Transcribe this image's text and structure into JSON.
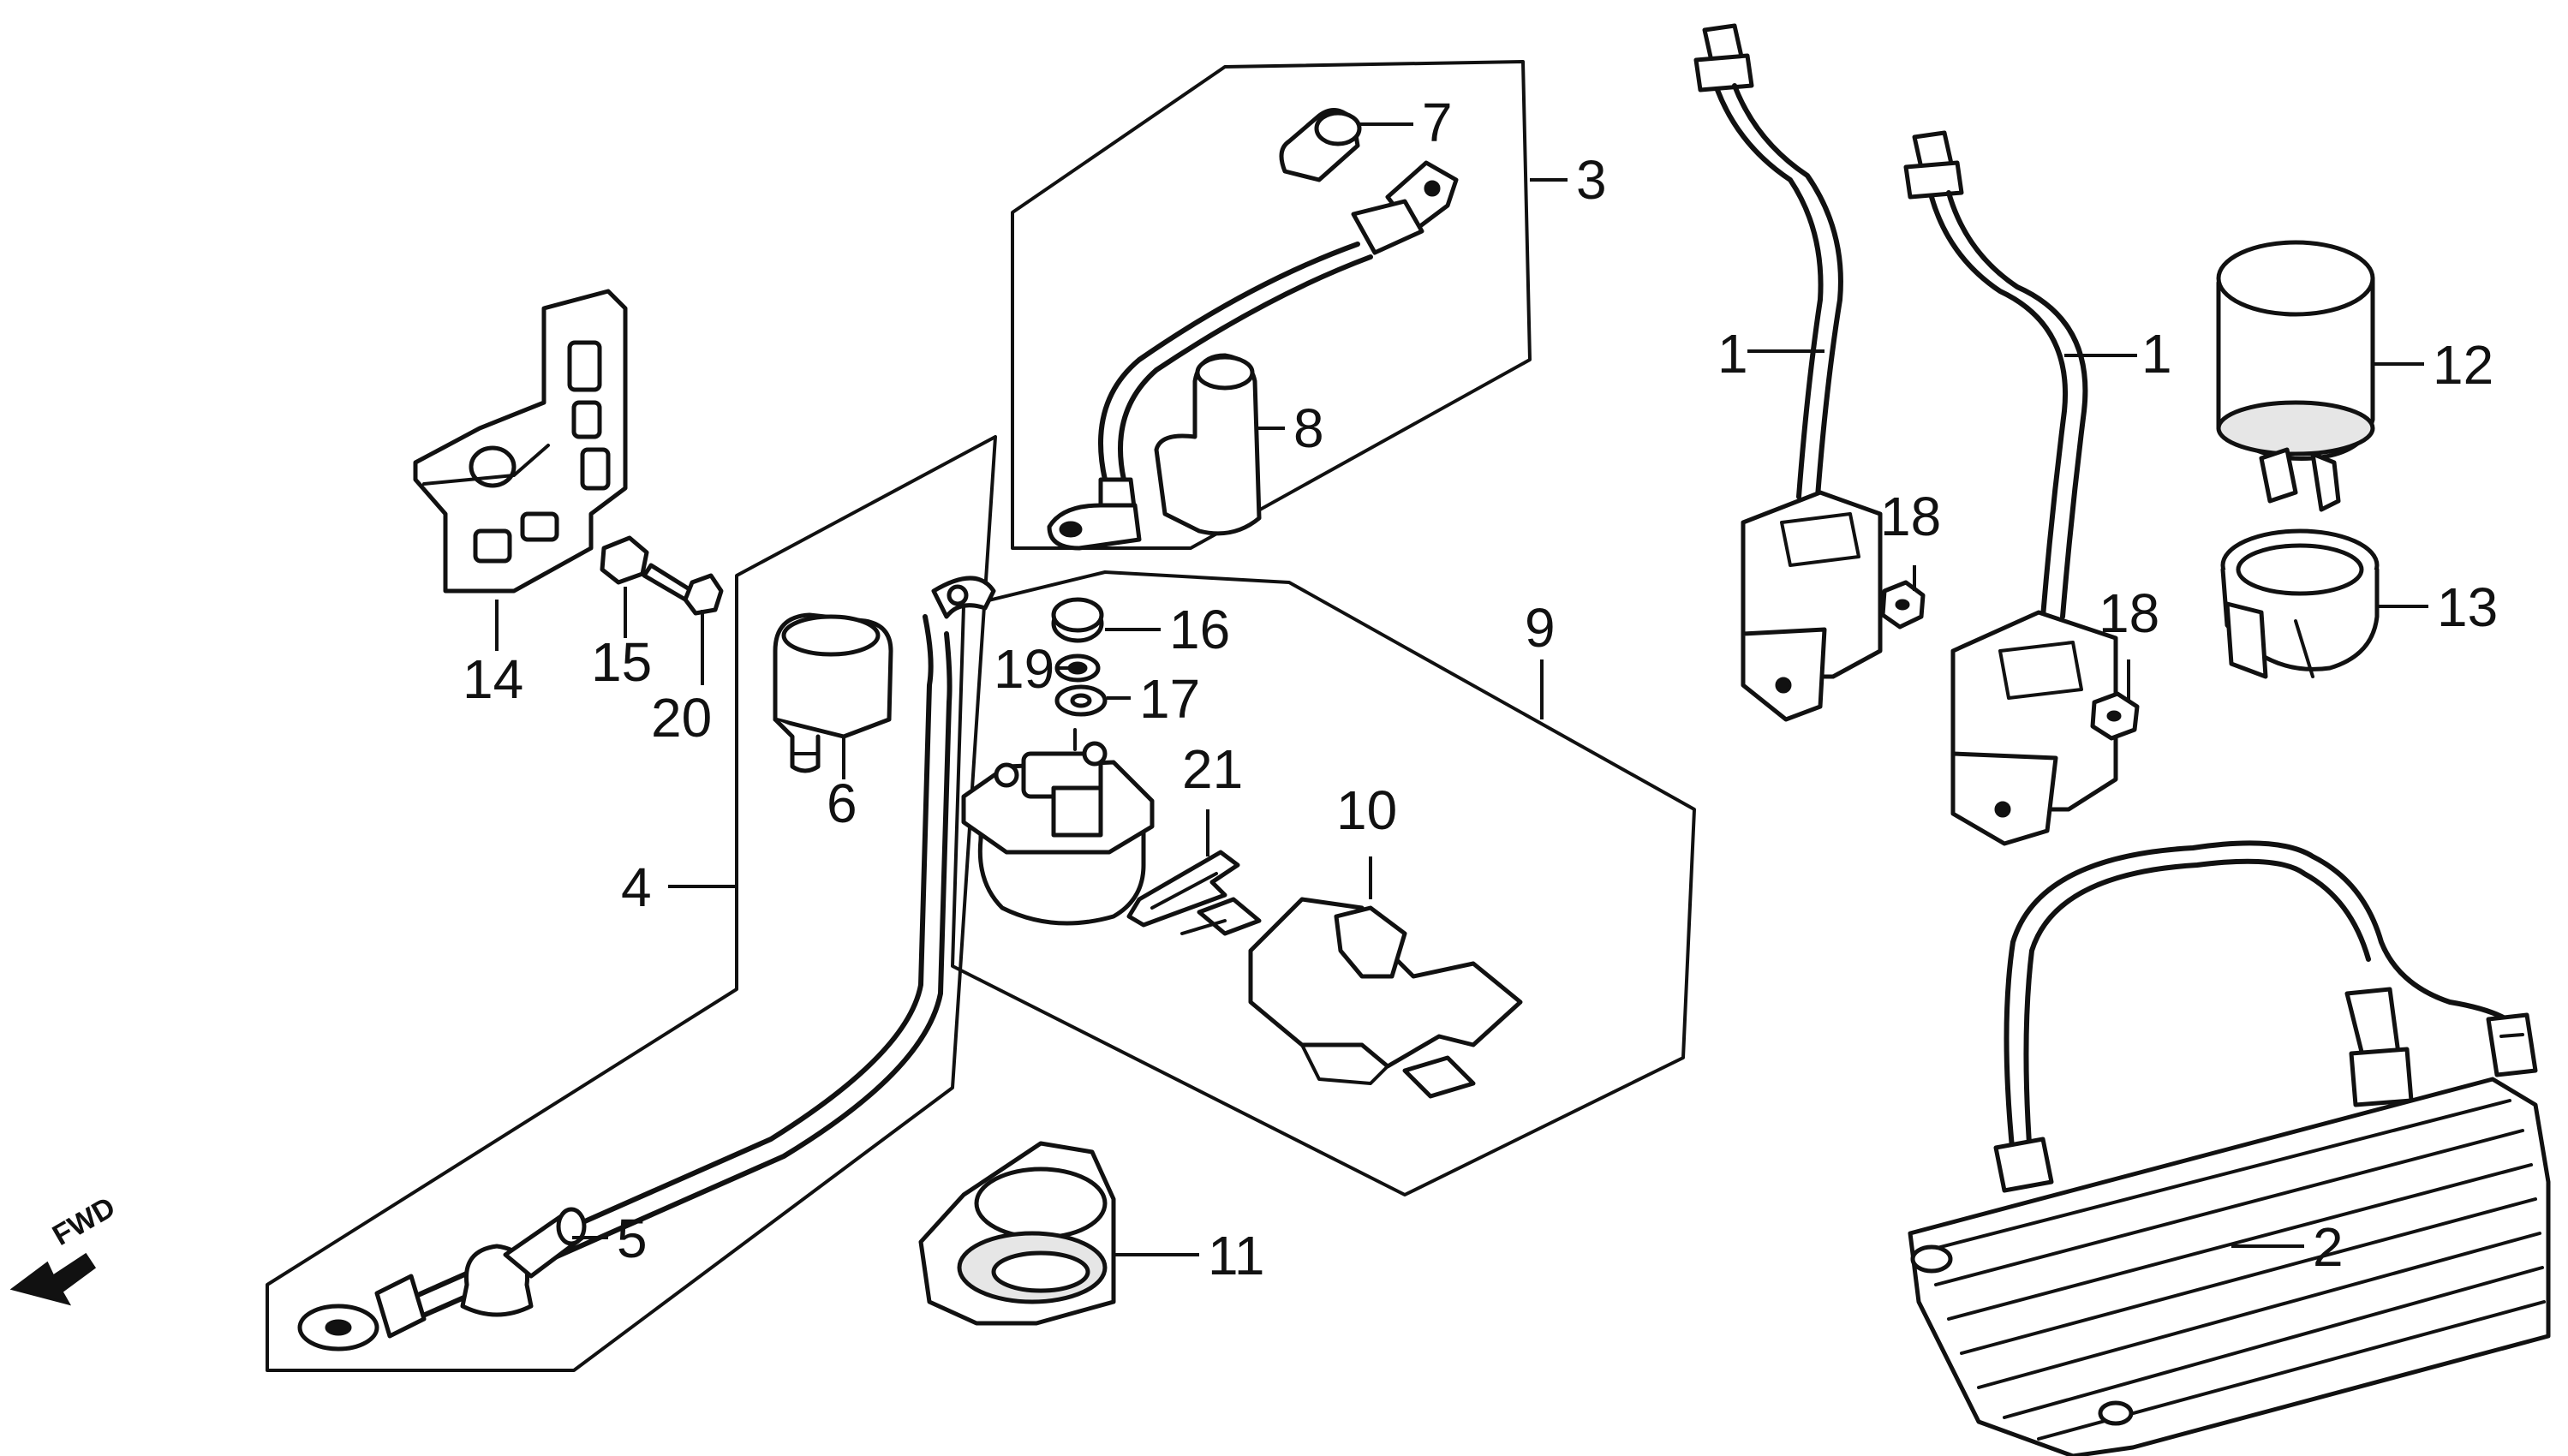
{
  "callouts": {
    "c1a": "1",
    "c1b": "1",
    "c2": "2",
    "c3": "3",
    "c4": "4",
    "c5": "5",
    "c6": "6",
    "c7": "7",
    "c8": "8",
    "c9": "9",
    "c10": "10",
    "c11": "11",
    "c12": "12",
    "c13": "13",
    "c14": "14",
    "c15": "15",
    "c16": "16",
    "c17": "17",
    "c18a": "18",
    "c18b": "18",
    "c19": "19",
    "c20": "20",
    "c21": "21"
  },
  "direction_label": "FWD",
  "colors": {
    "line": "#111111",
    "background": "#ffffff"
  }
}
